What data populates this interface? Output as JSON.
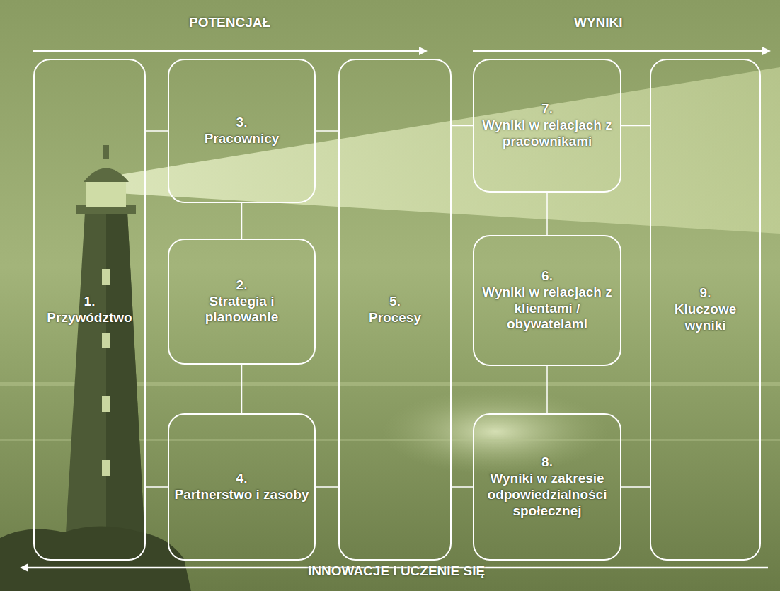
{
  "diagram": {
    "nodes": [
      {
        "text": [
          "1.",
          "Przywództwo"
        ]
      },
      {
        "text": [
          "3.",
          "Pracownicy"
        ]
      },
      {
        "text": [
          "2.",
          "Strategia i planowanie"
        ]
      },
      {
        "text": [
          "4.",
          "Partnerstwo i zasoby"
        ]
      },
      {
        "text": [
          "5.",
          "Procesy"
        ]
      },
      {
        "text": [
          "7.",
          "Wyniki w relacjach z pracownikami"
        ]
      },
      {
        "text": [
          "6.",
          "Wyniki w relacjach z klientami / obywatelami"
        ]
      },
      {
        "text": [
          "8.",
          "Wyniki w zakresie odpowiedzialności społecznej"
        ]
      },
      {
        "text": [
          "9.",
          "Kluczowe wyniki"
        ]
      }
    ],
    "edges": [
      {
        "from": 0,
        "to": 1,
        "arrow": "none"
      },
      {
        "from": 0,
        "to": 3,
        "arrow": "none"
      },
      {
        "from": 1,
        "to": 2,
        "arrow": "none"
      },
      {
        "from": 2,
        "to": 3,
        "arrow": "none"
      },
      {
        "from": 1,
        "to": 4,
        "arrow": "none"
      },
      {
        "from": 3,
        "to": 4,
        "arrow": "none"
      },
      {
        "from": 4,
        "to": 5,
        "arrow": "none"
      },
      {
        "from": 4,
        "to": 7,
        "arrow": "none"
      },
      {
        "from": 5,
        "to": 6,
        "arrow": "none"
      },
      {
        "from": 6,
        "to": 7,
        "arrow": "none"
      },
      {
        "from": 5,
        "to": 8,
        "arrow": "none"
      },
      {
        "from": 7,
        "to": 8,
        "arrow": "none"
      }
    ],
    "labels": [
      "POTENCJAŁ",
      "WYNIKI",
      "INNOWACJE I UCZENIE SIĘ"
    ]
  }
}
